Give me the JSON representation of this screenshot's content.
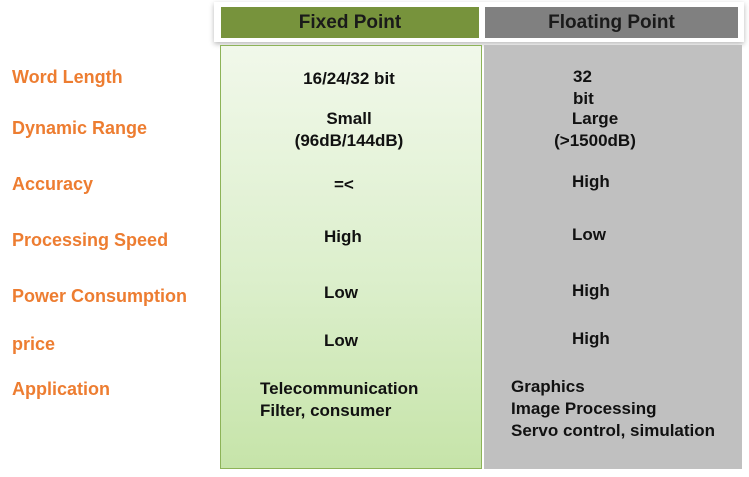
{
  "columns": {
    "fixed": "Fixed Point",
    "floating": "Floating Point"
  },
  "rows": [
    {
      "label": "Word Length",
      "fixed": "16/24/32 bit",
      "floating": "32\nbit"
    },
    {
      "label": "Dynamic Range",
      "fixed": "Small\n(96dB/144dB)",
      "floating": "Large\n(>1500dB)"
    },
    {
      "label": "Accuracy",
      "fixed": "=<",
      "floating": "High"
    },
    {
      "label": "Processing Speed",
      "fixed": "High",
      "floating": "Low"
    },
    {
      "label": "Power Consumption",
      "fixed": "Low",
      "floating": "High"
    },
    {
      "label": "price",
      "fixed": "Low",
      "floating": "High"
    },
    {
      "label": "Application",
      "fixed": "Telecommunication\nFilter, consumer",
      "floating": "Graphics\nImage Processing\nServo control, simulation"
    }
  ],
  "colors": {
    "label": "#ed7d31",
    "fixed_header": "#77933c",
    "floating_header": "#808080",
    "fixed_body": "#dcefcc",
    "floating_body": "#c0c0c0"
  }
}
